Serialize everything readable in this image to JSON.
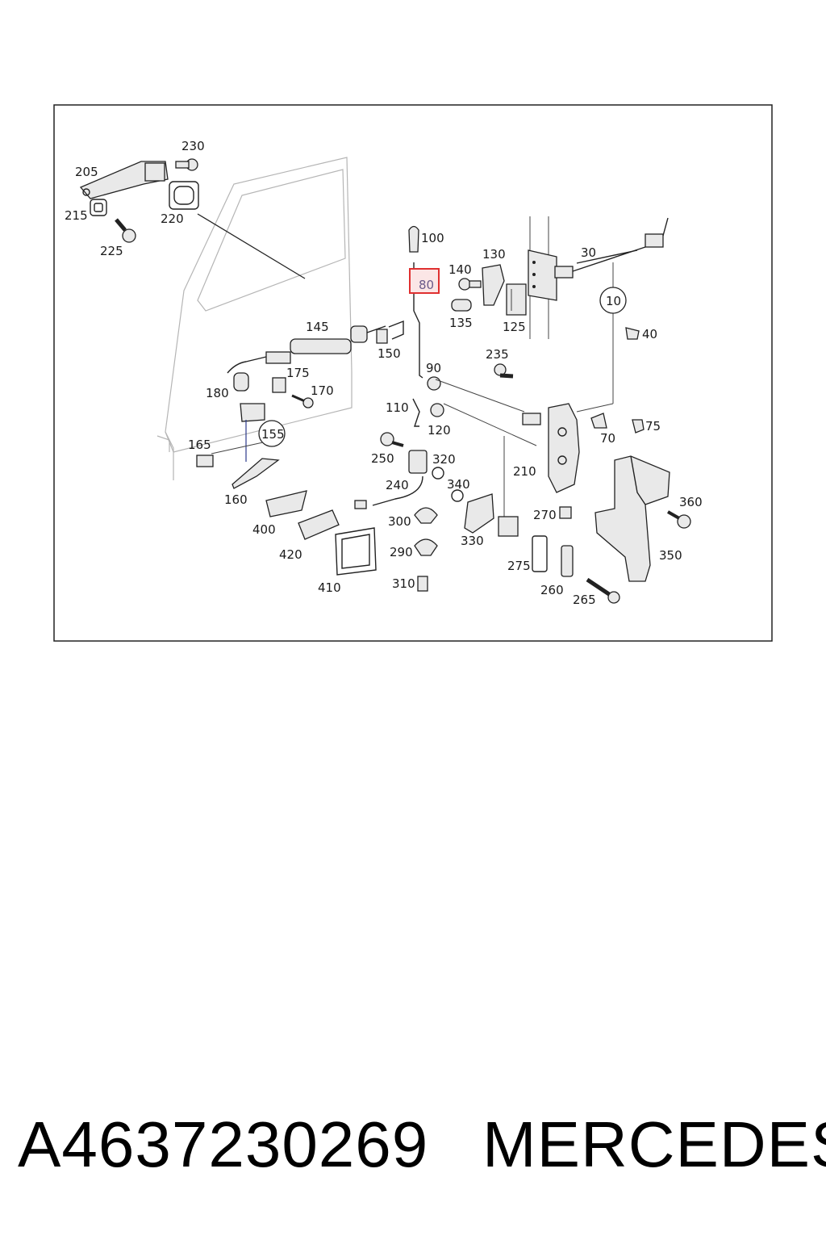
{
  "diagram": {
    "callouts": {
      "c10": "10",
      "c30": "30",
      "c40": "40",
      "c70": "70",
      "c75": "75",
      "c80": "80",
      "c90": "90",
      "c100": "100",
      "c110": "110",
      "c120": "120",
      "c125": "125",
      "c130": "130",
      "c135": "135",
      "c140": "140",
      "c145": "145",
      "c150": "150",
      "c155": "155",
      "c160": "160",
      "c165": "165",
      "c170": "170",
      "c175": "175",
      "c180": "180",
      "c205": "205",
      "c210": "210",
      "c215": "215",
      "c220": "220",
      "c225": "225",
      "c230": "230",
      "c235": "235",
      "c240": "240",
      "c250": "250",
      "c260": "260",
      "c265": "265",
      "c270": "270",
      "c275": "275",
      "c290": "290",
      "c300": "300",
      "c310": "310",
      "c320": "320",
      "c330": "330",
      "c340": "340",
      "c350": "350",
      "c360": "360",
      "c400": "400",
      "c410": "410",
      "c420": "420"
    },
    "highlight_color": "#e03030"
  },
  "footer": {
    "part_number": "A4637230269",
    "brand": "MERCEDES"
  }
}
